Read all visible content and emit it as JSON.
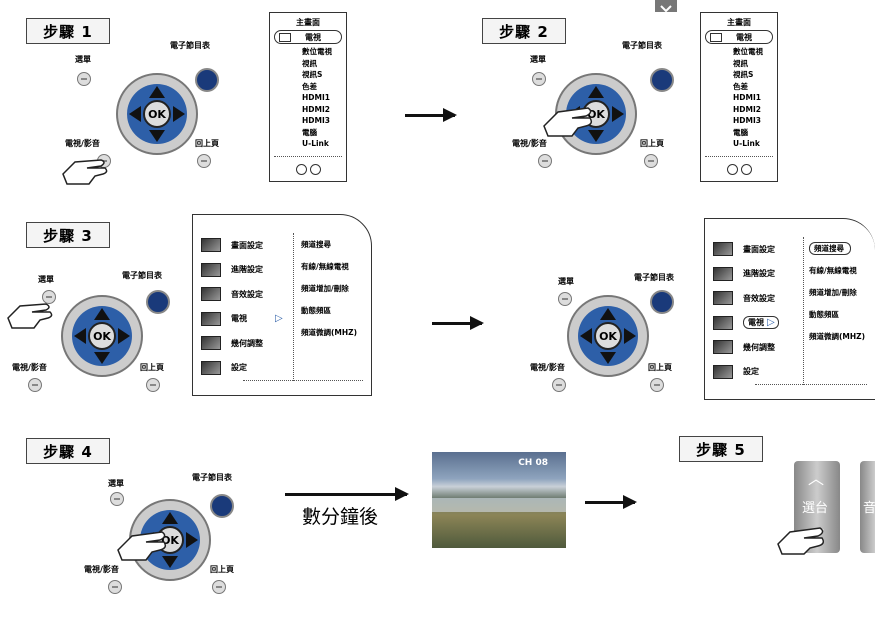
{
  "steps": {
    "s1": "步驟 1",
    "s2": "步驟 2",
    "s3": "步驟 3",
    "s4": "步驟 4",
    "s5": "步驟 5"
  },
  "remote": {
    "menu": "選單",
    "epg": "電子節目表",
    "tv_radio": "電視/影音",
    "back": "回上頁",
    "ok": "OK"
  },
  "main_menu": {
    "title": "主畫面",
    "selected": "電視",
    "items": [
      "數位電視",
      "視訊",
      "視訊S",
      "色差",
      "HDMI1",
      "HDMI2",
      "HDMI3",
      "電腦",
      "U-Link"
    ]
  },
  "settings_menu": {
    "left": [
      "畫面設定",
      "進階設定",
      "音效設定",
      "電視",
      "幾何調整",
      "設定"
    ],
    "right": [
      "頻道搜尋",
      "有線/無線電視",
      "頻道增加/刪除",
      "動態頻區",
      "頻道微調(MHZ)"
    ]
  },
  "step4": {
    "caption": "數分鐘後",
    "channel": "CH 08"
  },
  "step5": {
    "channel_label": "選台",
    "volume_label": "音"
  }
}
